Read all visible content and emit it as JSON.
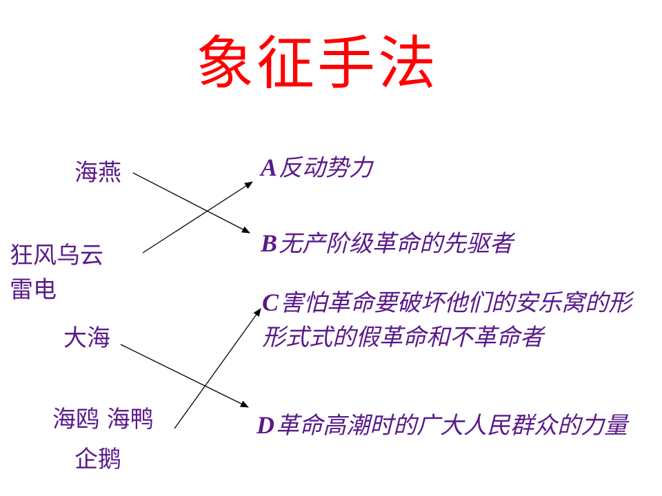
{
  "title": "象征手法",
  "left_items": {
    "haiyan": "海燕",
    "kuangfeng_line1": "狂风乌云",
    "kuangfeng_line2": "雷电",
    "dahai": "大海",
    "haiou": "海鸥 海鸭",
    "qie": "企鹅"
  },
  "right_items": {
    "a_letter": "A",
    "a_text": "反动势力",
    "b_letter": "B",
    "b_text": "无产阶级革命的先驱者",
    "c_letter": "C",
    "c_text": "害怕革命要破坏他们的安乐窝的形形式式的假革命和不革命者",
    "d_letter": "D",
    "d_text": "革命高潮时的广大人民群众的力量"
  },
  "colors": {
    "title": "#ff0000",
    "text": "#5a1a8a",
    "arrow": "#000000"
  }
}
